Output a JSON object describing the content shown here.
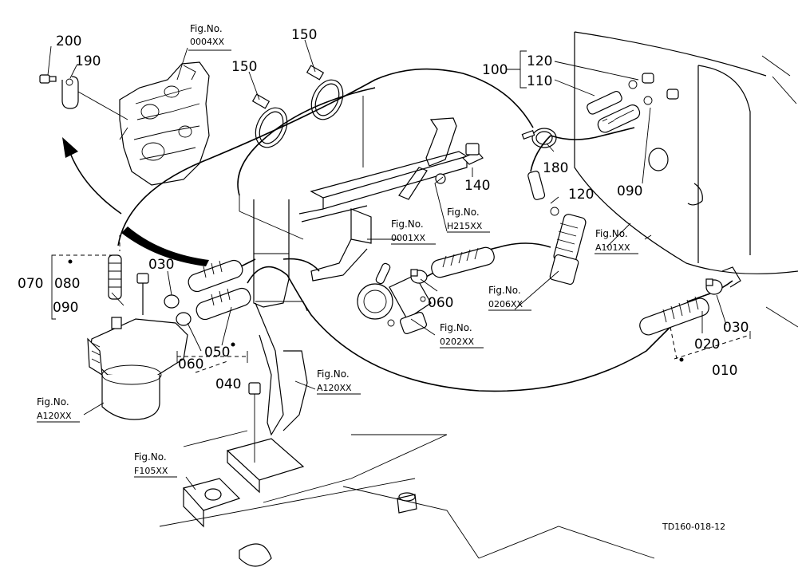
{
  "drawing_code": "TD160-018-12",
  "part_numbers": {
    "p200": "200",
    "p190": "190",
    "p150a": "150",
    "p150b": "150",
    "p120a": "120",
    "p100": "100",
    "p110": "110",
    "p180": "180",
    "p090a": "090",
    "p140": "140",
    "p120b": "120",
    "p030a": "030",
    "p070": "070",
    "p080": "080",
    "p090b": "090",
    "p060a": "060",
    "p050": "050",
    "p060b": "060",
    "p040": "040",
    "p020": "020",
    "p030b": "030",
    "p010": "010"
  },
  "fig_refs": {
    "f0004": {
      "label": "Fig.No.",
      "code": "0004XX"
    },
    "f0001": {
      "label": "Fig.No.",
      "code": "0001XX"
    },
    "fH215": {
      "label": "Fig.No.",
      "code": "H215XX"
    },
    "fA101": {
      "label": "Fig.No.",
      "code": "A101XX"
    },
    "f0206": {
      "label": "Fig.No.",
      "code": "0206XX"
    },
    "f0202": {
      "label": "Fig.No.",
      "code": "0202XX"
    },
    "fA120a": {
      "label": "Fig.No.",
      "code": "A120XX"
    },
    "fA120b": {
      "label": "Fig.No.",
      "code": "A120XX"
    },
    "fF105": {
      "label": "Fig.No.",
      "code": "F105XX"
    }
  }
}
